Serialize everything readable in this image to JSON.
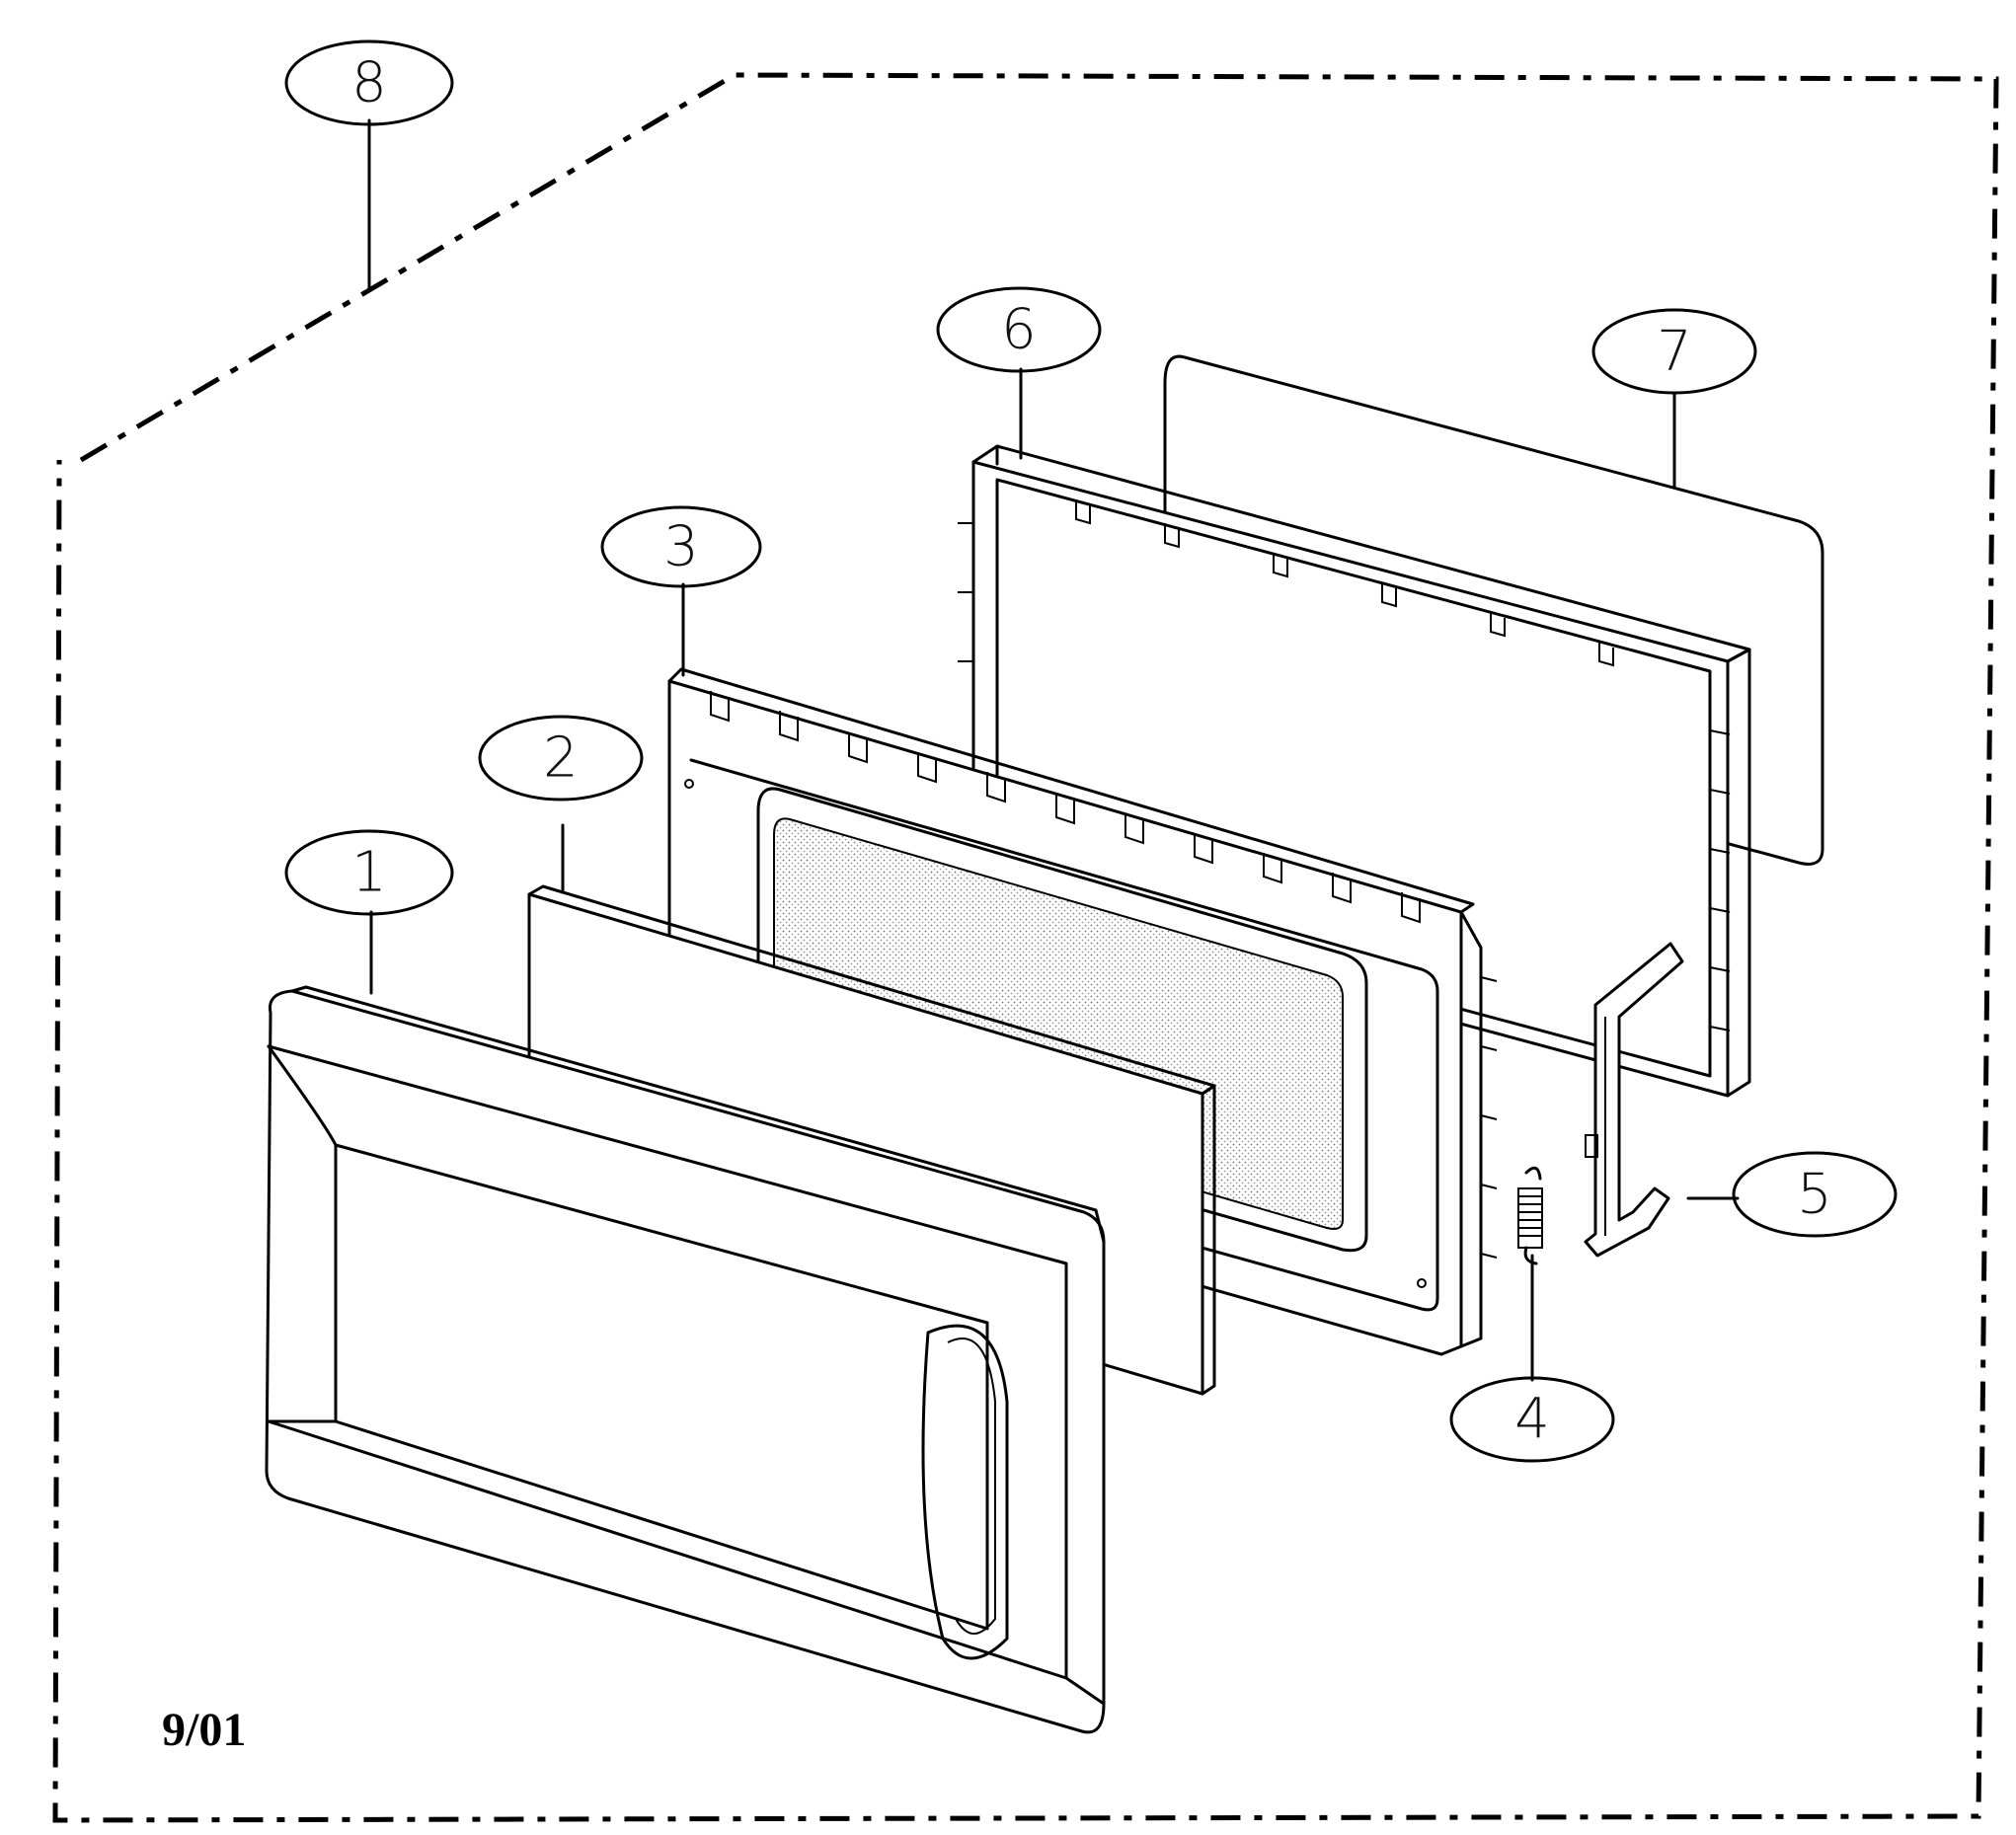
{
  "diagram": {
    "callouts": [
      {
        "id": "callout-1",
        "label": "1"
      },
      {
        "id": "callout-2",
        "label": "2"
      },
      {
        "id": "callout-3",
        "label": "3"
      },
      {
        "id": "callout-4",
        "label": "4"
      },
      {
        "id": "callout-5",
        "label": "5"
      },
      {
        "id": "callout-6",
        "label": "6"
      },
      {
        "id": "callout-7",
        "label": "7"
      },
      {
        "id": "callout-8",
        "label": "8"
      }
    ],
    "date_code": "9/01"
  }
}
